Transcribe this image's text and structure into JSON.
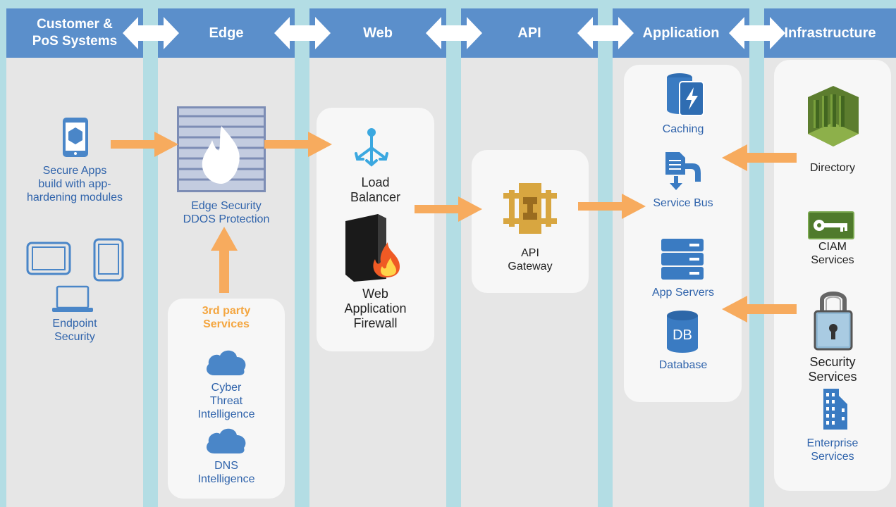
{
  "columns": {
    "customer": "Customer &\nPoS Systems",
    "edge": "Edge",
    "web": "Web",
    "api": "API",
    "application": "Application",
    "infrastructure": "Infrastructure"
  },
  "customer": {
    "secure_apps": "Secure Apps\nbuild with app-\nhardening modules",
    "endpoint": "Endpoint\nSecurity"
  },
  "edge": {
    "edge_security": "Edge Security\nDDOS Protection",
    "third_party": "3rd party\nServices",
    "cyber": "Cyber\nThreat\nIntelligence",
    "dns": "DNS\nIntelligence"
  },
  "web": {
    "load_balancer": "Load\nBalancer",
    "waf": "Web\nApplication\nFirewall"
  },
  "api": {
    "gateway": "API\nGateway"
  },
  "application": {
    "caching": "Caching",
    "service_bus": "Service Bus",
    "app_servers": "App Servers",
    "database": "Database",
    "db_icon_text": "DB"
  },
  "infrastructure": {
    "directory": "Directory",
    "ciam": "CIAM\nServices",
    "security": "Security\nServices",
    "enterprise": "Enterprise\nServices"
  },
  "colors": {
    "header": "#5b8fcb",
    "connector": "#b3dde4",
    "column_bg": "#e6e6e6",
    "panel_bg": "#f7f7f7",
    "flow_arrow": "#f7ab5e",
    "label_blue": "#2f63ab",
    "orange_text": "#f4a640"
  }
}
